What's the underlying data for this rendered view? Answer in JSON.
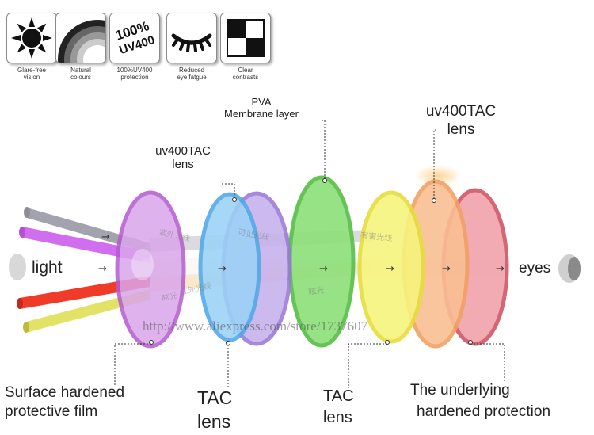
{
  "features": [
    {
      "icon": "sun-icon",
      "caption": "Glare-free\nvision"
    },
    {
      "icon": "rainbow-icon",
      "caption": "Natural\ncolours"
    },
    {
      "icon": "uv400-badge-icon",
      "badge_line1": "100%",
      "badge_line2": "UV400",
      "caption": "100%UV400\nprotection"
    },
    {
      "icon": "eye-lashes-icon",
      "caption": "Reduced\neye fatgue"
    },
    {
      "icon": "checkerboard-icon",
      "caption": "Clear\ncontrasts"
    }
  ],
  "labels": {
    "pva": "PVA\nMembrane layer",
    "uv400_left": "uv400TAC\nlens",
    "uv400_right": "uv400TAC\nlens",
    "light": "light",
    "eyes": "eyes",
    "surface": "Surface hardened\nprotective film",
    "tac_left": "TAC\nlens",
    "tac_mid": "TAC\nlens",
    "underlying_1": "The underlying",
    "underlying_2": "hardened protection"
  },
  "watermark": "http://www.aliexpress.com/store/1737607",
  "lenses": [
    {
      "name": "surface-hardened-film",
      "color": "#b55ad2"
    },
    {
      "name": "uv400-tac-lens-left",
      "color": "#4aa8e6"
    },
    {
      "name": "tac-lens-purple",
      "color": "#9a7ad8"
    },
    {
      "name": "pva-membrane",
      "color": "#5fd04a"
    },
    {
      "name": "tac-lens-yellow",
      "color": "#f0f050"
    },
    {
      "name": "uv400-tac-lens-orange",
      "color": "#f7a870"
    },
    {
      "name": "hardened-protection-red",
      "color": "#ee7d8a"
    }
  ],
  "beams": [
    {
      "name": "gray-beam",
      "color": "#9a9aa4"
    },
    {
      "name": "purple-beam",
      "color": "#d068f0"
    },
    {
      "name": "red-beam",
      "color": "#ee3a28"
    },
    {
      "name": "yellow-beam",
      "color": "#e0e060"
    }
  ],
  "beam_texts": [
    "紫外光线",
    "可见光线",
    "眩光",
    "红外光线",
    "紫外光线",
    "有害光线",
    "眩光"
  ]
}
